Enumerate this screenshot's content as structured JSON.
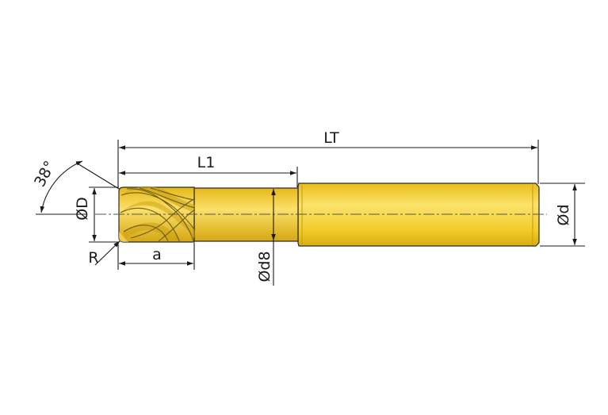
{
  "labels": {
    "total_length": "LT",
    "cutting_length": "L1",
    "helix_angle": "38°",
    "cutter_diameter": "ØD",
    "corner_radius": "R",
    "flute_length": "a",
    "neck_diameter": "Ød8",
    "shank_diameter": "Ød"
  },
  "colors": {
    "body": "#f2cc2a",
    "body_highlight": "#fbe36a",
    "body_shadow": "#d9ac12",
    "flute_dark": "#c9a010",
    "ink": "#1a1a1a"
  }
}
